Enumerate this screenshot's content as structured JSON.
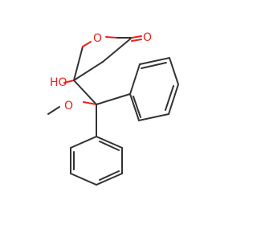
{
  "molecule": {
    "atoms": {
      "ring_oxygen": "O",
      "carbonyl_oxygen": "O",
      "hydroxyl": "HO",
      "methoxy_oxygen": "O"
    }
  },
  "colors": {
    "bond": "#333333",
    "heteroatom": "#e8231c",
    "background": "#ffffff"
  }
}
